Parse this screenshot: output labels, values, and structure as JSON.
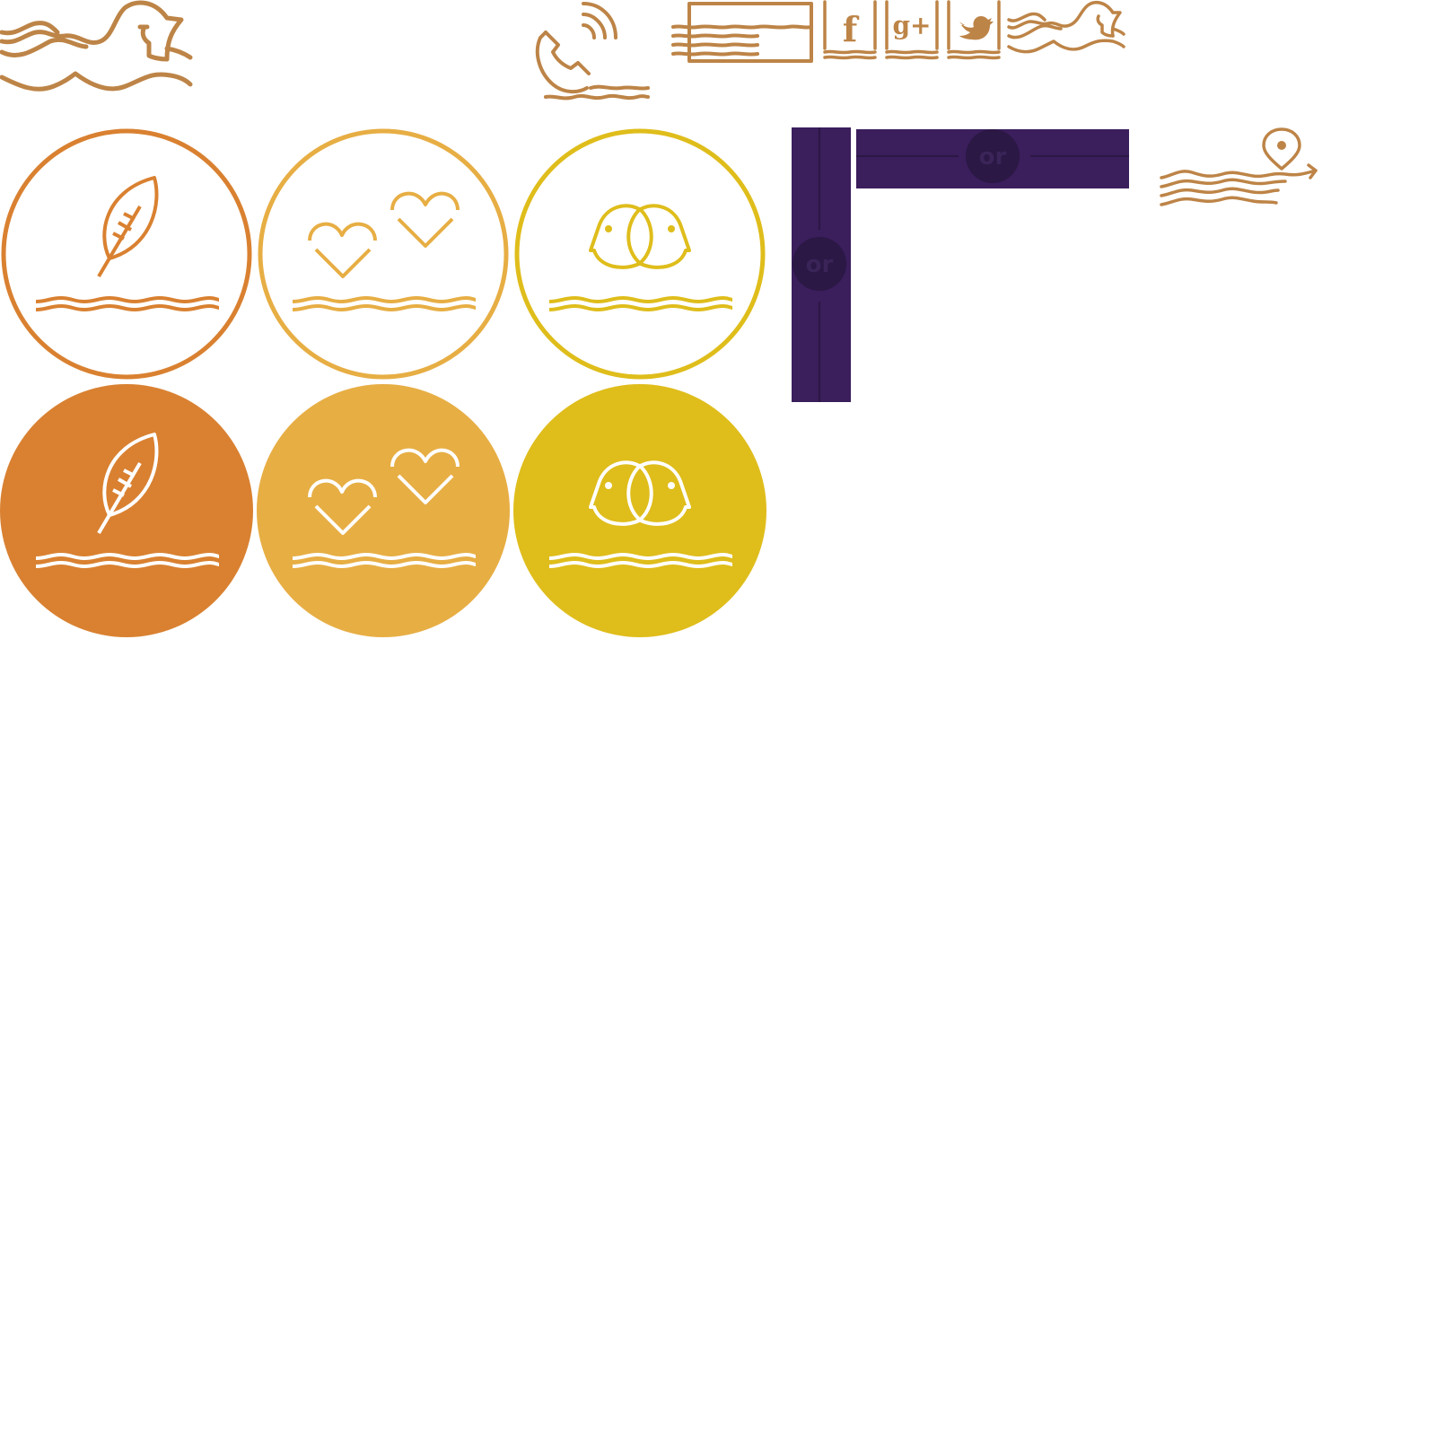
{
  "colors": {
    "gold": "#bd8447",
    "orange": "#d98131",
    "amber": "#e7ae44",
    "mustard": "#dfbd1b",
    "purple": "#3b1e5c",
    "purple_dark": "#2b1845",
    "white": "#ffffff"
  },
  "icons": {
    "header": [
      "wave-bird-logo-icon",
      "phone-wave-icon",
      "envelope-wave-icon",
      "facebook-icon",
      "google-plus-icon",
      "twitter-icon",
      "small-bird-wave-icon",
      "map-pin-wave-icon"
    ],
    "features": [
      "feather-wave-icon",
      "two-hearts-wave-icon",
      "two-birds-wave-icon"
    ]
  },
  "social": {
    "facebook": "f",
    "google_plus": "g+"
  },
  "divider": {
    "vertical_label": "or",
    "horizontal_label": "or"
  }
}
